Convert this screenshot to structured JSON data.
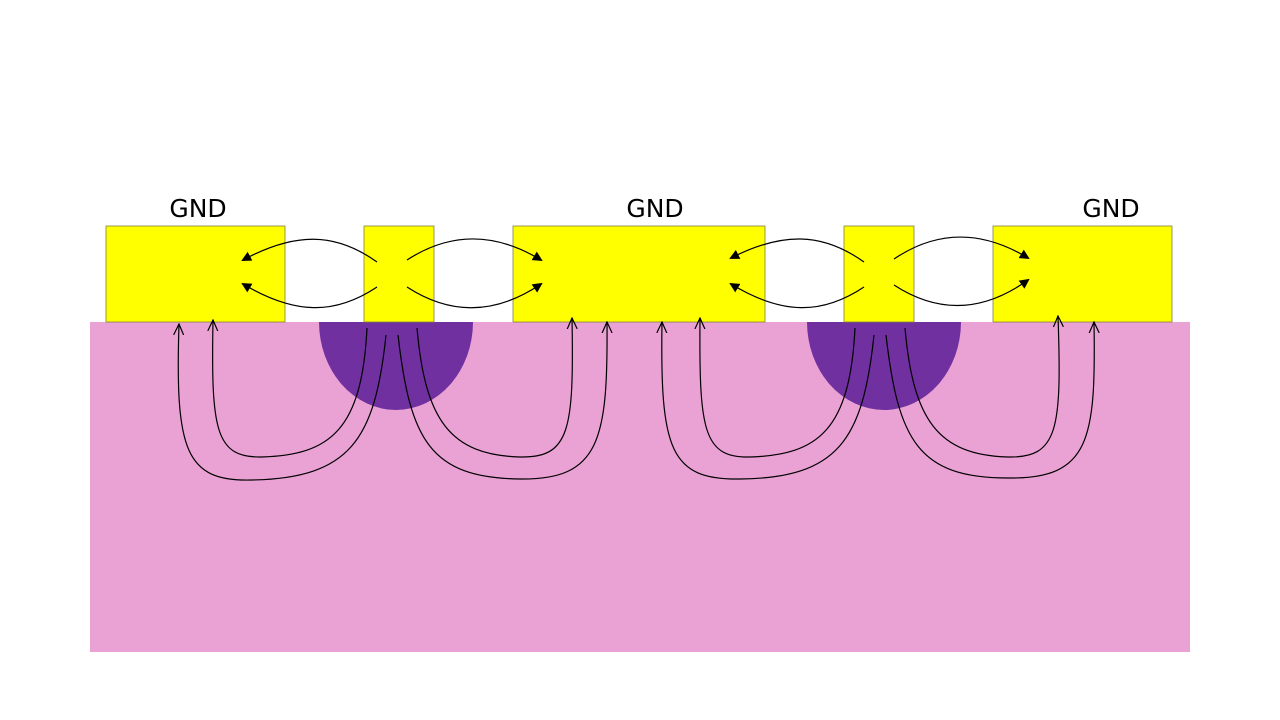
{
  "labels": {
    "gnd_left": "GND",
    "gnd_middle": "GND",
    "gnd_right": "GND"
  },
  "colors": {
    "conductor": "#ffff00",
    "substrate": "#eaa2d4",
    "depletion": "#7030a0"
  }
}
